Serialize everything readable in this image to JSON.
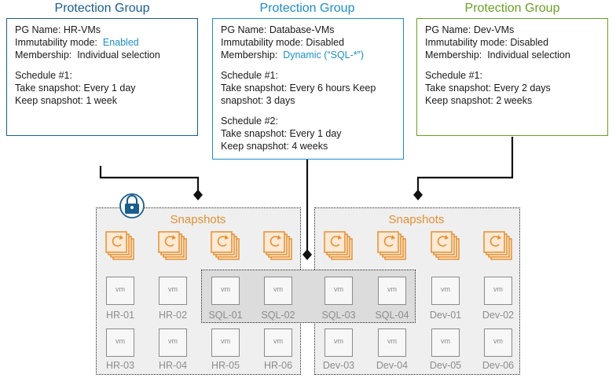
{
  "protection_groups": [
    {
      "title": "Protection Group",
      "color": "#1a5d8f",
      "lines": [
        {
          "label": "PG Name:",
          "value": "HR-VMs"
        },
        {
          "label": "Immutability mode:",
          "value": "Enabled",
          "highlight": true
        },
        {
          "label": "Membership:",
          "value": "Individual selection"
        }
      ],
      "schedules": [
        {
          "title": "Schedule #1:",
          "take": "Take snapshot: Every 1 day",
          "keep": "Keep snapshot:  1 week"
        }
      ]
    },
    {
      "title": "Protection Group",
      "color": "#1b8fc9",
      "lines": [
        {
          "label": "PG Name:",
          "value": "Database-VMs"
        },
        {
          "label": "Immutability mode:",
          "value": "Disabled"
        },
        {
          "label": "Membership:",
          "value": "Dynamic  (“SQL-*”)",
          "highlight": true
        }
      ],
      "schedules": [
        {
          "title": "Schedule #1:",
          "take": "Take snapshot: Every 6 hours Keep",
          "keep": "snapshot:  3 days"
        },
        {
          "title": "Schedule #2:",
          "take": "Take snapshot: Every 1 day",
          "keep": "Keep snapshot:  4 weeks"
        }
      ]
    },
    {
      "title": "Protection Group",
      "color": "#6aa023",
      "lines": [
        {
          "label": "PG Name:",
          "value": "Dev-VMs"
        },
        {
          "label": "Immutability mode:",
          "value": "Disabled"
        },
        {
          "label": "Membership:",
          "value": "Individual selection"
        }
      ],
      "schedules": [
        {
          "title": "Schedule #1:",
          "take": "Take snapshot: Every 2 days",
          "keep": "Keep snapshot:  2 weeks"
        }
      ]
    }
  ],
  "snapshot_groups": [
    {
      "label": "Snapshots",
      "locked": true,
      "icon": "lock-icon"
    },
    {
      "label": "Snapshots",
      "locked": false
    }
  ],
  "vm_icon_text": "vm",
  "vms_row1": [
    "HR-01",
    "HR-02",
    "SQL-01",
    "SQL-02",
    "SQL-03",
    "SQL-04",
    "Dev-01",
    "Dev-02"
  ],
  "vms_row2": [
    "HR-03",
    "HR-04",
    "HR-05",
    "HR-06",
    "Dev-03",
    "Dev-04",
    "Dev-05",
    "Dev-06"
  ],
  "colors": {
    "snapshot": "#e39033",
    "connector": "#111111",
    "hr_border": "#1a5d8f",
    "db_border": "#1b8fc9",
    "dev_border": "#6aa023"
  }
}
